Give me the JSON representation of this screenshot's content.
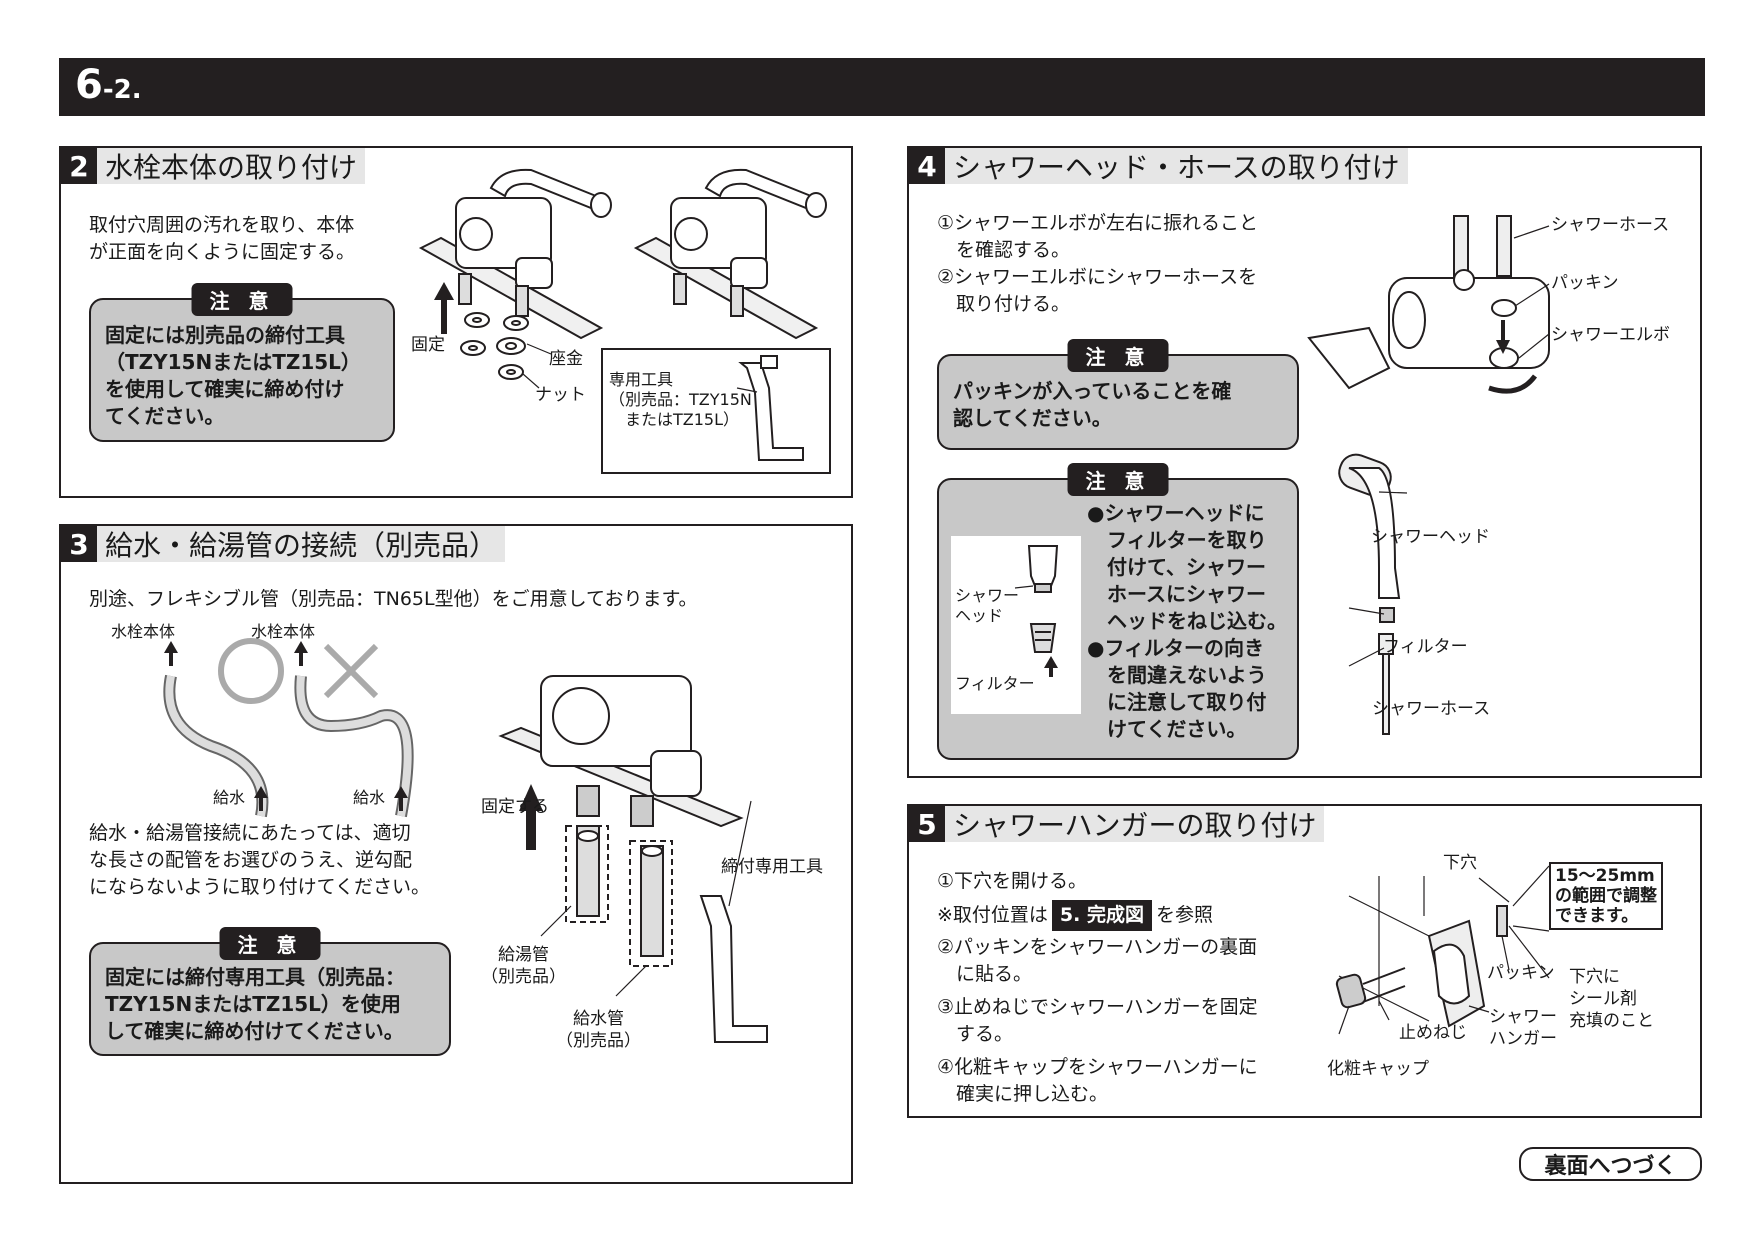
{
  "page": {
    "section_number": "6",
    "section_suffix": "-2."
  },
  "s2": {
    "num": "2",
    "title": "水栓本体の取り付け",
    "text": [
      "取付穴周囲の汚れを取り、本体",
      "が正面を向くように固定する。"
    ],
    "caution_label": "注 意",
    "caution": [
      "固定には別売品の締付工具",
      "（TZY15NまたはTZ15L）",
      "を使用して確実に締め付け",
      "てください。"
    ],
    "labels": {
      "fix": "固定",
      "washer": "座金",
      "nut": "ナット"
    },
    "tool": [
      "専用工具",
      "（別売品：TZY15N",
      "　またはTZ15L）"
    ]
  },
  "s3": {
    "num": "3",
    "title": "給水・給湯管の接続（別売品）",
    "intro": "別途、フレキシブル管（別売品：TN65L型他）をご用意しております。",
    "body_label": "水栓本体",
    "supply_label": "給水",
    "text": [
      "給水・給湯管接続にあたっては、適切",
      "な長さの配管をお選びのうえ、逆勾配",
      "にならないように取り付けてください。"
    ],
    "caution_label": "注 意",
    "caution": [
      "固定には締付専用工具（別売品：",
      "TZY15NまたはTZ15L）を使用",
      "して確実に締め付けてください。"
    ],
    "labels": {
      "fix": "固定する",
      "hot": [
        "給湯管",
        "（別売品）"
      ],
      "cold": [
        "給水管",
        "（別売品）"
      ],
      "tool": "締付専用工具"
    }
  },
  "s4": {
    "num": "4",
    "title": "シャワーヘッド・ホースの取り付け",
    "steps": [
      "①シャワーエルボが左右に振れること",
      "　を確認する。",
      "②シャワーエルボにシャワーホースを",
      "　取り付ける。"
    ],
    "caution1_label": "注 意",
    "caution1": [
      "パッキンが入っていることを確",
      "認してください。"
    ],
    "caution2_label": "注 意",
    "caution2": [
      "●シャワーヘッドに",
      "　フィルターを取り",
      "　付けて、シャワー",
      "　ホースにシャワー",
      "　ヘッドをねじ込む。",
      "●フィルターの向き",
      "　を間違えないよう",
      "　に注意して取り付",
      "　けてください。"
    ],
    "inset": {
      "head": [
        "シャワー",
        "ヘッド"
      ],
      "filter": "フィルター"
    },
    "labels": {
      "hose": "シャワーホース",
      "packing": "パッキン",
      "elbow": "シャワーエルボ",
      "head": "シャワーヘッド",
      "filter": "フィルター",
      "hose2": "シャワーホース"
    }
  },
  "s5": {
    "num": "5",
    "title": "シャワーハンガーの取り付け",
    "step1": "①下穴を開ける。",
    "note_pre": "※取付位置は",
    "note_ref": "5. 完成図",
    "note_post": "を参照",
    "steps": [
      "②パッキンをシャワーハンガーの裏面",
      "　に貼る。",
      "③止めねじでシャワーハンガーを固定",
      "　する。",
      "④化粧キャップをシャワーハンガーに",
      "　確実に押し込む。"
    ],
    "labels": {
      "hole": "下穴",
      "adjust": [
        "15～25mm",
        "の範囲で調整",
        "できます。"
      ],
      "packing": "パッキン",
      "seal": [
        "下穴に",
        "シール剤",
        "充填のこと"
      ],
      "hanger": [
        "シャワー",
        "ハンガー"
      ],
      "screw": "止めねじ",
      "cap": "化粧キャップ"
    }
  },
  "footer": {
    "next": "裏面へつづく"
  }
}
